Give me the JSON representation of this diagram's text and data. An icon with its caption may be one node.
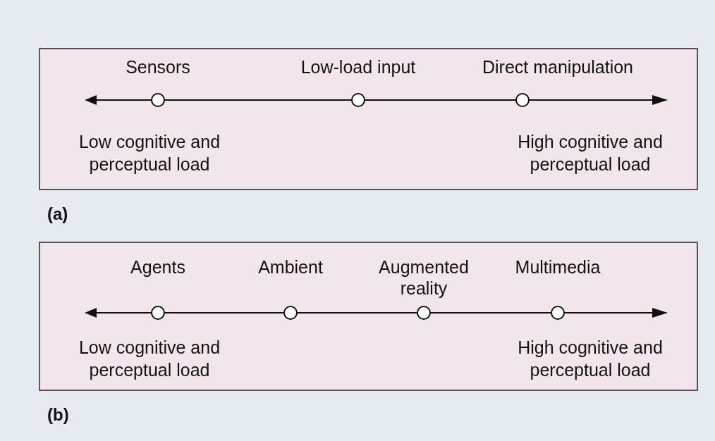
{
  "diagram": {
    "nodes": [
      {
        "text": [
          "(a)"
        ]
      },
      {
        "text": [],
        "shape": "circle",
        "in": 0,
        "beside": [
          "Sensors"
        ]
      },
      {
        "text": [],
        "shape": "circle",
        "in": 0,
        "beside": [
          "Low-load input"
        ]
      },
      {
        "text": [],
        "shape": "circle",
        "in": 0,
        "beside": [
          "Direct manipulation"
        ]
      },
      {
        "text": [
          "(b)"
        ]
      },
      {
        "text": [],
        "shape": "circle",
        "in": 4,
        "beside": [
          "Agents"
        ]
      },
      {
        "text": [],
        "shape": "circle",
        "in": 4,
        "beside": [
          "Ambient"
        ]
      },
      {
        "text": [],
        "shape": "circle",
        "in": 4,
        "beside": [
          "Augmented reality"
        ]
      },
      {
        "text": [],
        "shape": "circle",
        "in": 4,
        "beside": [
          "Multimedia"
        ]
      }
    ],
    "edges": [],
    "labels": [
      "Low cognitive and perceptual load",
      "High cognitive and perceptual load",
      "Low cognitive and perceptual load",
      "High cognitive and perceptual load"
    ]
  }
}
